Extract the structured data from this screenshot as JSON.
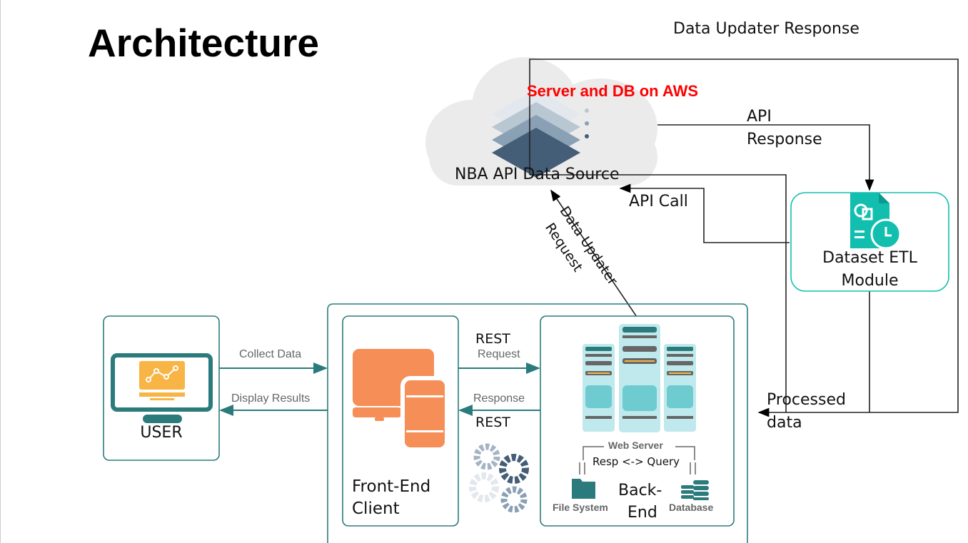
{
  "title": "Architecture",
  "labels": {
    "data_updater_response": "Data Updater Response",
    "server_db": "Server and DB on AWS",
    "api_response_1": "API",
    "api_response_2": "Response",
    "nba_source": "NBA API Data Source",
    "api_call": "API Call",
    "data_updater_request_1": "Data Updater",
    "data_updater_request_2": "Request",
    "etl_1": "Dataset ETL",
    "etl_2": "Module",
    "processed_1": "Processed",
    "processed_2": "data",
    "user": "USER",
    "collect_data": "Collect Data",
    "display_results": "Display Results",
    "rest_request_1": "REST",
    "rest_request_2": "Request",
    "response_1": "Response",
    "response_2": "REST",
    "front_end_1": "Front-End",
    "front_end_2": "Client",
    "web_server": "Web Server",
    "resp_query": "Resp <-> Query",
    "file_system": "File System",
    "database": "Database",
    "back_end_1": "Back-",
    "back_end_2": "End"
  },
  "colors": {
    "teal": "#2b7b7d",
    "etl_teal": "#12bfae",
    "orange": "#f58f57",
    "yellow": "#f8b546",
    "server_red": "#ff0000"
  },
  "icons": [
    "cloud-layers-icon",
    "monitor-chart-icon",
    "devices-icon",
    "gears-icon",
    "server-rack-icon",
    "folder-icon",
    "database-icon",
    "document-clock-icon"
  ]
}
